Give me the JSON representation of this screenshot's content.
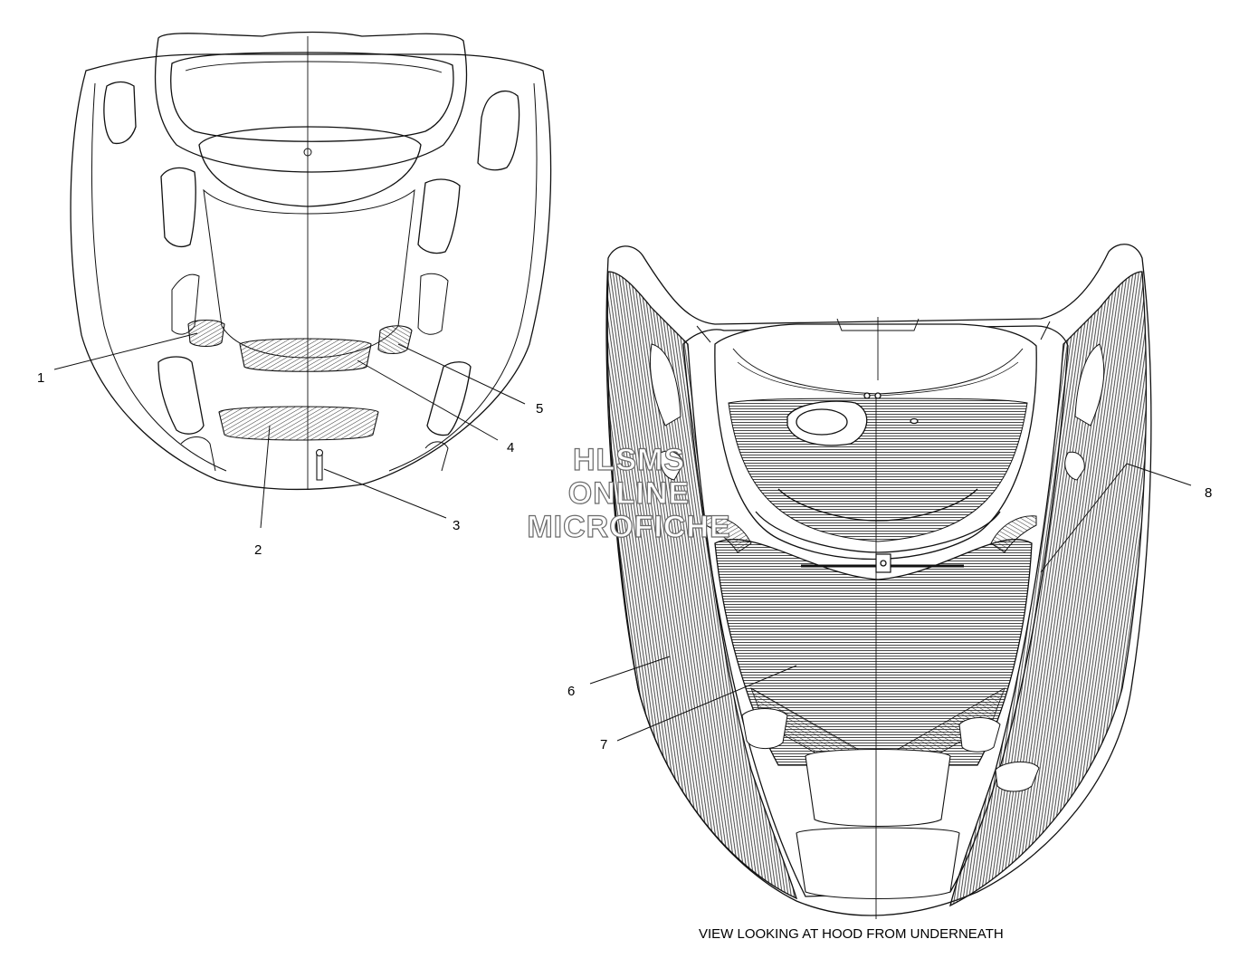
{
  "callouts": {
    "c1": "1",
    "c2": "2",
    "c3": "3",
    "c4": "4",
    "c5": "5",
    "c6": "6",
    "c7": "7",
    "c8": "8"
  },
  "caption": "VIEW LOOKING AT HOOD FROM UNDERNEATH",
  "watermark": {
    "line1": "HLSMS",
    "line2": "ONLINE",
    "line3": "MICROFICHE"
  },
  "colors": {
    "line": "#111111",
    "hatch": "#333333",
    "watermark_outline": "#6a6a6a"
  }
}
